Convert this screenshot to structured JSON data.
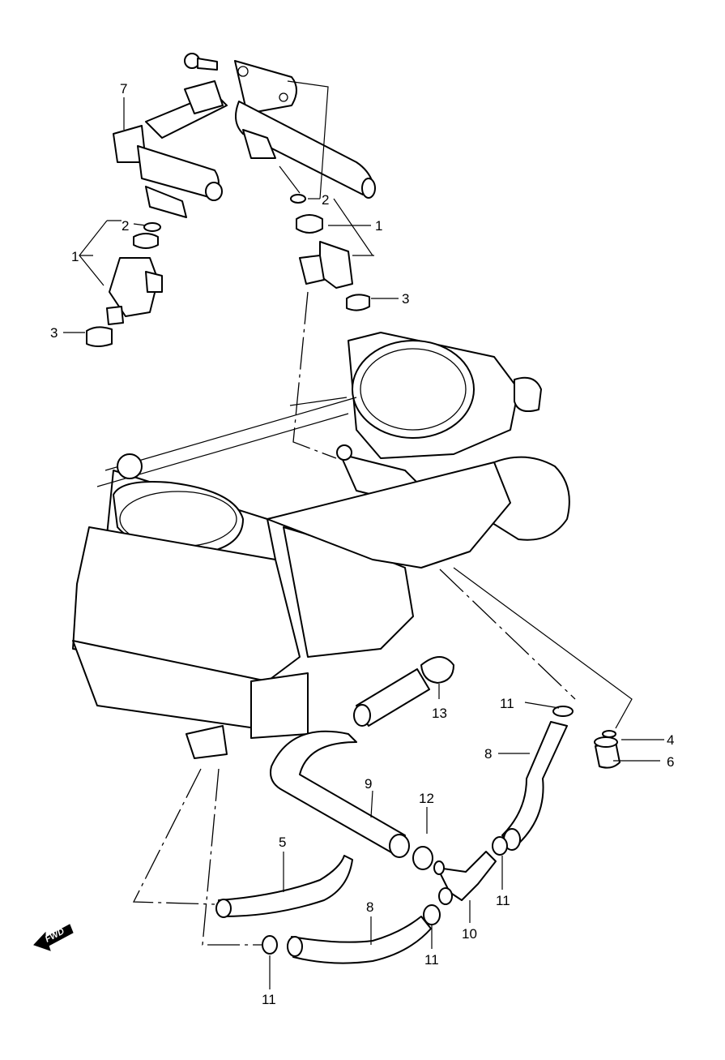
{
  "diagram": {
    "callouts": {
      "c1_left": "1",
      "c2_left": "2",
      "c3_left": "3",
      "c7": "7",
      "c2_right": "2",
      "c1_right": "1",
      "c3_right": "3",
      "c13": "13",
      "c11_upper": "11",
      "c4": "4",
      "c6": "6",
      "c8_right": "8",
      "c9": "9",
      "c12": "12",
      "c5": "5",
      "c11_mid": "11",
      "c10": "10",
      "c8_lower": "8",
      "c11_lower_mid": "11",
      "c11_bottom": "11"
    },
    "fwd_label": "FWD"
  }
}
